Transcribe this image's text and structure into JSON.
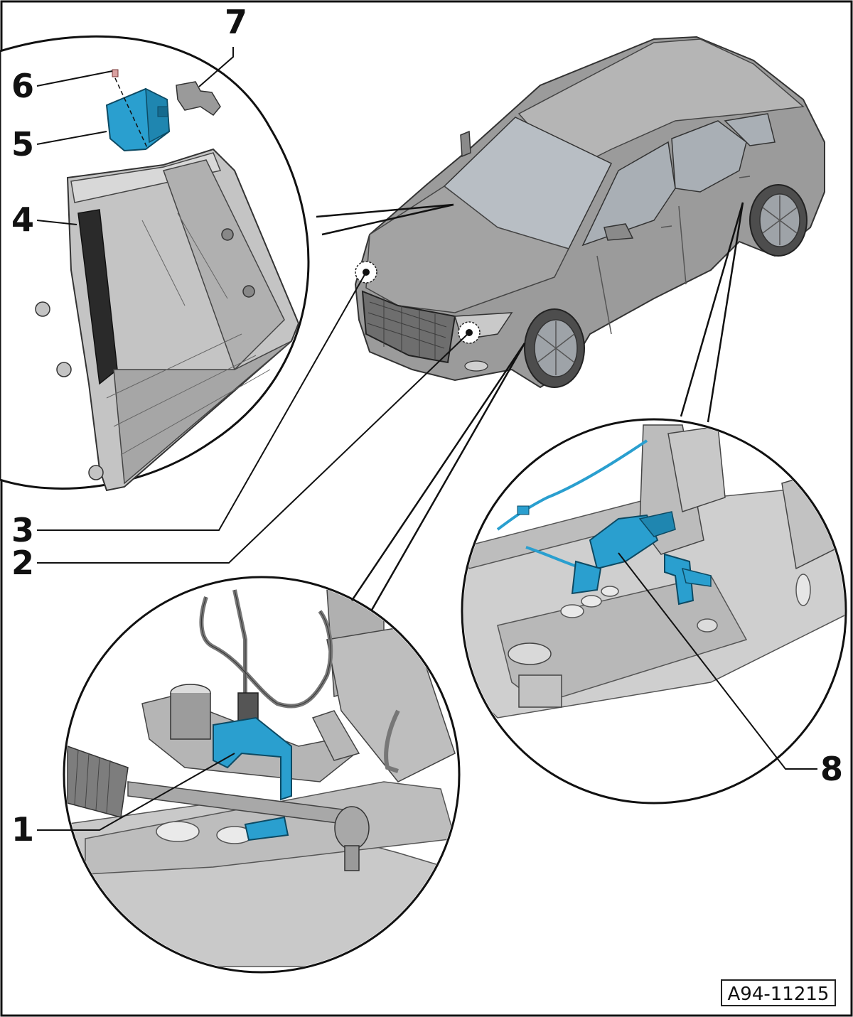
{
  "callouts": {
    "c1": "1",
    "c2": "2",
    "c3": "3",
    "c4": "4",
    "c5": "5",
    "c6": "6",
    "c7": "7",
    "c8": "8"
  },
  "figure_reference": "A94-11215",
  "colors": {
    "highlight_part": "#2a9fcf",
    "component_gray": "#b9b9b9",
    "car_body": "#8c8c8c",
    "outline": "#1a1a1a"
  }
}
